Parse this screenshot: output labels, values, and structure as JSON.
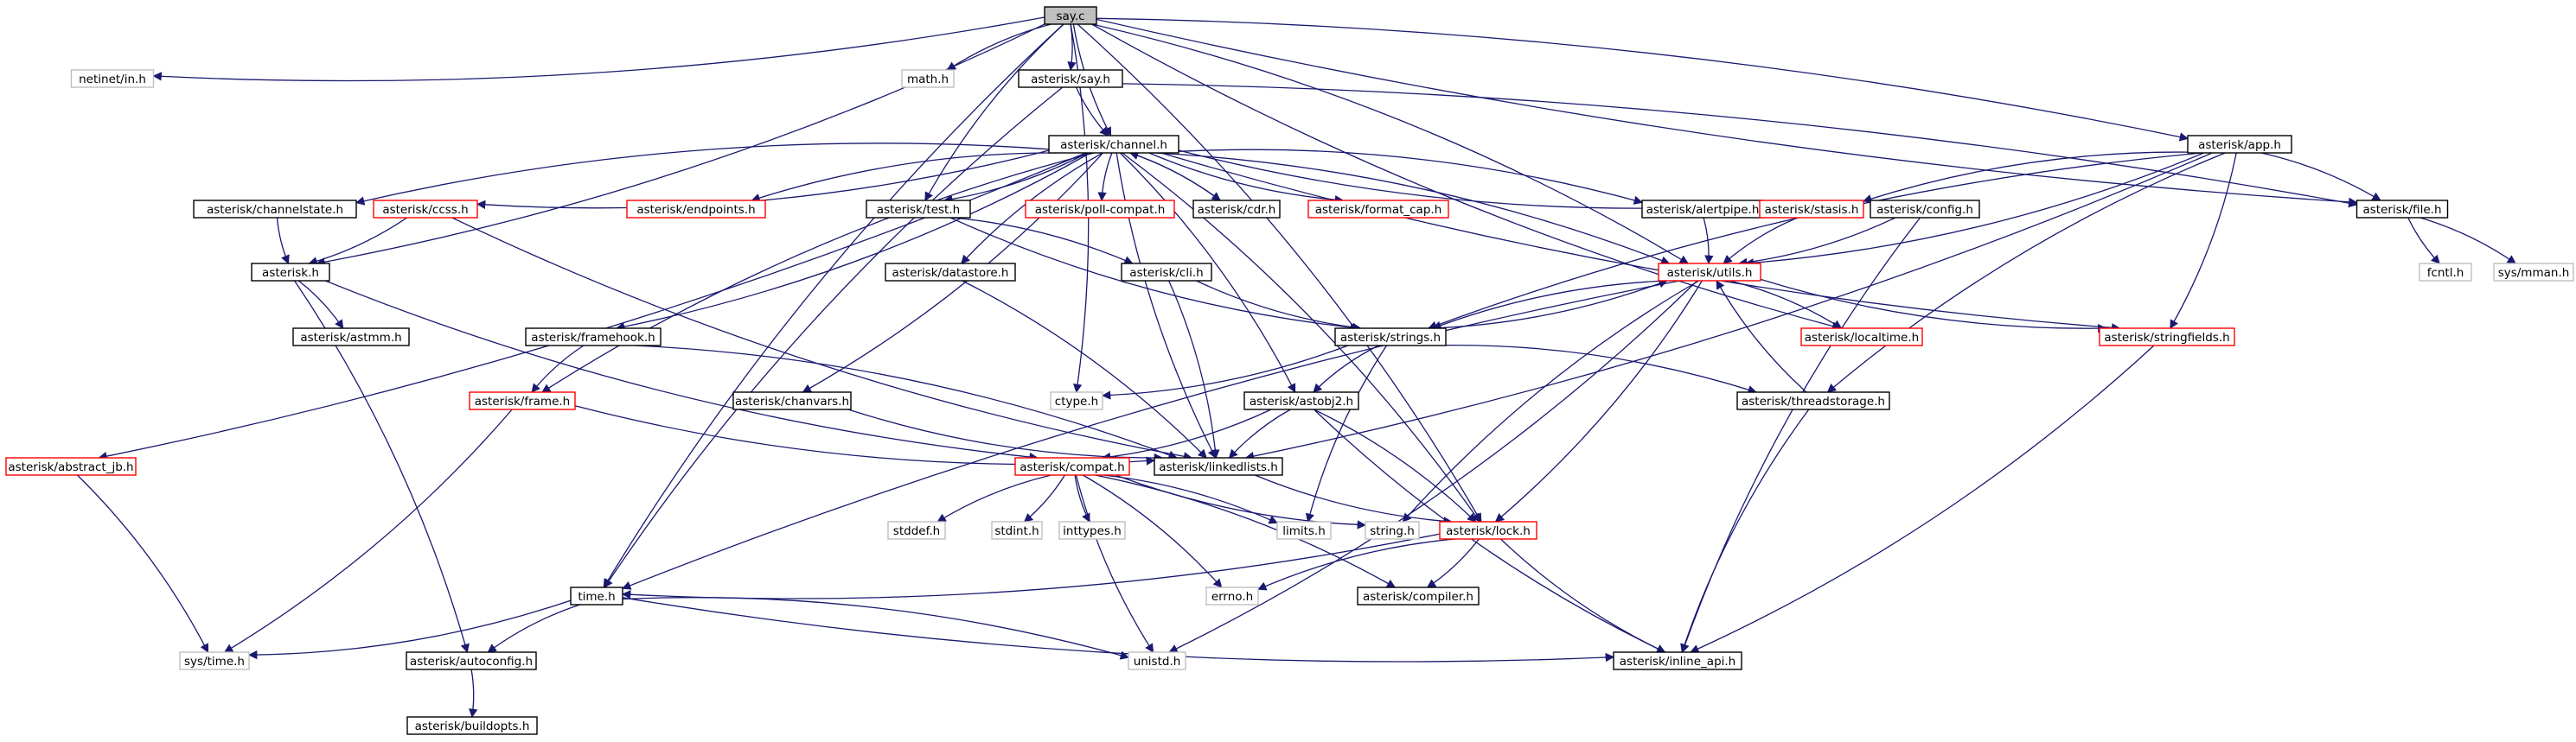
{
  "graph": {
    "colors": {
      "edge": "#191970",
      "root_fill": "#bfbfbf",
      "root_border": "#000000",
      "documented_border": "#000000",
      "undocumented_border": "#ff0000",
      "system_border": "#bfbfbf",
      "node_fill": "#ffffff"
    },
    "nodes": [
      {
        "id": "say_c",
        "label": "say.c",
        "kind": "root"
      },
      {
        "id": "netinet_in",
        "label": "netinet/in.h",
        "kind": "system"
      },
      {
        "id": "math",
        "label": "math.h",
        "kind": "system"
      },
      {
        "id": "ast_say",
        "label": "asterisk/say.h",
        "kind": "documented"
      },
      {
        "id": "ast_channel",
        "label": "asterisk/channel.h",
        "kind": "documented"
      },
      {
        "id": "ast_app",
        "label": "asterisk/app.h",
        "kind": "documented"
      },
      {
        "id": "ast_file",
        "label": "asterisk/file.h",
        "kind": "documented"
      },
      {
        "id": "fcntl",
        "label": "fcntl.h",
        "kind": "system"
      },
      {
        "id": "sys_mman",
        "label": "sys/mman.h",
        "kind": "system"
      },
      {
        "id": "ast_channelstate",
        "label": "asterisk/channelstate.h",
        "kind": "documented"
      },
      {
        "id": "ast_ccss",
        "label": "asterisk/ccss.h",
        "kind": "undocumented"
      },
      {
        "id": "ast_endpoints",
        "label": "asterisk/endpoints.h",
        "kind": "undocumented"
      },
      {
        "id": "ast_test",
        "label": "asterisk/test.h",
        "kind": "documented"
      },
      {
        "id": "ast_poll_compat",
        "label": "asterisk/poll-compat.h",
        "kind": "undocumented"
      },
      {
        "id": "ast_cdr",
        "label": "asterisk/cdr.h",
        "kind": "documented"
      },
      {
        "id": "ast_format_cap",
        "label": "asterisk/format_cap.h",
        "kind": "undocumented"
      },
      {
        "id": "ast_alertpipe",
        "label": "asterisk/alertpipe.h",
        "kind": "documented"
      },
      {
        "id": "ast_stasis",
        "label": "asterisk/stasis.h",
        "kind": "undocumented"
      },
      {
        "id": "ast_config",
        "label": "asterisk/config.h",
        "kind": "documented"
      },
      {
        "id": "asterisk_h",
        "label": "asterisk.h",
        "kind": "documented"
      },
      {
        "id": "ast_utils",
        "label": "asterisk/utils.h",
        "kind": "undocumented"
      },
      {
        "id": "ast_datastore",
        "label": "asterisk/datastore.h",
        "kind": "documented"
      },
      {
        "id": "ast_cli",
        "label": "asterisk/cli.h",
        "kind": "documented"
      },
      {
        "id": "ast_astmm",
        "label": "asterisk/astmm.h",
        "kind": "documented"
      },
      {
        "id": "ast_framehook",
        "label": "asterisk/framehook.h",
        "kind": "documented"
      },
      {
        "id": "ast_strings",
        "label": "asterisk/strings.h",
        "kind": "documented"
      },
      {
        "id": "ast_localtime",
        "label": "asterisk/localtime.h",
        "kind": "undocumented"
      },
      {
        "id": "ast_stringfields",
        "label": "asterisk/stringfields.h",
        "kind": "undocumented"
      },
      {
        "id": "ast_frame",
        "label": "asterisk/frame.h",
        "kind": "undocumented"
      },
      {
        "id": "ctype",
        "label": "ctype.h",
        "kind": "system"
      },
      {
        "id": "ast_chanvars",
        "label": "asterisk/chanvars.h",
        "kind": "documented"
      },
      {
        "id": "ast_astobj2",
        "label": "asterisk/astobj2.h",
        "kind": "documented"
      },
      {
        "id": "ast_threadstorage",
        "label": "asterisk/threadstorage.h",
        "kind": "documented"
      },
      {
        "id": "ast_abstract_jb",
        "label": "asterisk/abstract_jb.h",
        "kind": "undocumented"
      },
      {
        "id": "ast_compat",
        "label": "asterisk/compat.h",
        "kind": "undocumented"
      },
      {
        "id": "ast_linkedlists",
        "label": "asterisk/linkedlists.h",
        "kind": "documented"
      },
      {
        "id": "stddef",
        "label": "stddef.h",
        "kind": "system"
      },
      {
        "id": "stdint",
        "label": "stdint.h",
        "kind": "system"
      },
      {
        "id": "inttypes",
        "label": "inttypes.h",
        "kind": "system"
      },
      {
        "id": "limits",
        "label": "limits.h",
        "kind": "system"
      },
      {
        "id": "string_h",
        "label": "string.h",
        "kind": "system"
      },
      {
        "id": "ast_lock",
        "label": "asterisk/lock.h",
        "kind": "undocumented"
      },
      {
        "id": "time_h",
        "label": "time.h",
        "kind": "documented"
      },
      {
        "id": "errno",
        "label": "errno.h",
        "kind": "system"
      },
      {
        "id": "ast_compiler",
        "label": "asterisk/compiler.h",
        "kind": "documented"
      },
      {
        "id": "sys_time",
        "label": "sys/time.h",
        "kind": "system"
      },
      {
        "id": "ast_autoconfig",
        "label": "asterisk/autoconfig.h",
        "kind": "documented"
      },
      {
        "id": "unistd",
        "label": "unistd.h",
        "kind": "system"
      },
      {
        "id": "ast_inline_api",
        "label": "asterisk/inline_api.h",
        "kind": "documented"
      },
      {
        "id": "ast_buildopts",
        "label": "asterisk/buildopts.h",
        "kind": "documented"
      }
    ],
    "edges": [
      [
        "say_c",
        "netinet_in"
      ],
      [
        "say_c",
        "math"
      ],
      [
        "say_c",
        "ast_say"
      ],
      [
        "say_c",
        "ast_channel"
      ],
      [
        "say_c",
        "ast_app"
      ],
      [
        "say_c",
        "ast_file"
      ],
      [
        "say_c",
        "asterisk_h"
      ],
      [
        "say_c",
        "ast_test"
      ],
      [
        "say_c",
        "ast_utils"
      ],
      [
        "say_c",
        "ast_localtime"
      ],
      [
        "say_c",
        "ctype"
      ],
      [
        "say_c",
        "time_h"
      ],
      [
        "say_c",
        "ast_lock"
      ],
      [
        "ast_say",
        "ast_channel"
      ],
      [
        "ast_say",
        "ast_file"
      ],
      [
        "ast_say",
        "time_h"
      ],
      [
        "ast_channel",
        "ast_abstract_jb"
      ],
      [
        "ast_channel",
        "ast_channelstate"
      ],
      [
        "ast_channel",
        "ast_ccss"
      ],
      [
        "ast_channel",
        "ast_endpoints"
      ],
      [
        "ast_channel",
        "ast_test"
      ],
      [
        "ast_channel",
        "ast_poll_compat"
      ],
      [
        "ast_channel",
        "ast_cdr"
      ],
      [
        "ast_channel",
        "ast_format_cap"
      ],
      [
        "ast_channel",
        "ast_alertpipe"
      ],
      [
        "ast_channel",
        "ast_stasis"
      ],
      [
        "ast_channel",
        "ast_utils"
      ],
      [
        "ast_channel",
        "ast_stringfields"
      ],
      [
        "ast_channel",
        "ast_framehook"
      ],
      [
        "ast_channel",
        "ast_frame"
      ],
      [
        "ast_channel",
        "ast_chanvars"
      ],
      [
        "ast_channel",
        "ast_datastore"
      ],
      [
        "ast_channel",
        "ast_astobj2"
      ],
      [
        "ast_channel",
        "ast_linkedlists"
      ],
      [
        "ast_channel",
        "ast_lock"
      ],
      [
        "ast_cdr",
        "ast_channel"
      ],
      [
        "ast_app",
        "ast_file"
      ],
      [
        "ast_app",
        "ast_stasis"
      ],
      [
        "ast_app",
        "ast_utils"
      ],
      [
        "ast_app",
        "ast_strings"
      ],
      [
        "ast_app",
        "ast_stringfields"
      ],
      [
        "ast_app",
        "ast_threadstorage"
      ],
      [
        "ast_app",
        "ast_linkedlists"
      ],
      [
        "ast_file",
        "fcntl"
      ],
      [
        "ast_file",
        "sys_mman"
      ],
      [
        "ast_channelstate",
        "asterisk_h"
      ],
      [
        "ast_ccss",
        "asterisk_h"
      ],
      [
        "ast_ccss",
        "ast_linkedlists"
      ],
      [
        "ast_test",
        "ast_cli"
      ],
      [
        "ast_test",
        "ast_strings"
      ],
      [
        "ast_alertpipe",
        "ast_utils"
      ],
      [
        "ast_stasis",
        "ast_utils"
      ],
      [
        "ast_config",
        "ast_utils"
      ],
      [
        "ast_config",
        "ast_inline_api"
      ],
      [
        "asterisk_h",
        "ast_astmm"
      ],
      [
        "asterisk_h",
        "ast_compat"
      ],
      [
        "asterisk_h",
        "ast_autoconfig"
      ],
      [
        "ast_utils",
        "ast_strings"
      ],
      [
        "ast_utils",
        "ast_localtime"
      ],
      [
        "ast_utils",
        "ast_stringfields"
      ],
      [
        "ast_utils",
        "ast_lock"
      ],
      [
        "ast_utils",
        "string_h"
      ],
      [
        "ast_utils",
        "unistd"
      ],
      [
        "ast_utils",
        "time_h"
      ],
      [
        "ast_datastore",
        "ast_linkedlists"
      ],
      [
        "ast_cli",
        "ast_strings"
      ],
      [
        "ast_cli",
        "ast_linkedlists"
      ],
      [
        "ast_framehook",
        "ast_frame"
      ],
      [
        "ast_framehook",
        "ast_linkedlists"
      ],
      [
        "ast_strings",
        "ast_utils"
      ],
      [
        "ast_strings",
        "ctype"
      ],
      [
        "ast_strings",
        "ast_astobj2"
      ],
      [
        "ast_strings",
        "ast_threadstorage"
      ],
      [
        "ast_strings",
        "limits"
      ],
      [
        "ast_stringfields",
        "ast_inline_api"
      ],
      [
        "ast_frame",
        "ast_linkedlists"
      ],
      [
        "ast_frame",
        "sys_time"
      ],
      [
        "ast_chanvars",
        "ast_linkedlists"
      ],
      [
        "ast_astobj2",
        "ast_compat"
      ],
      [
        "ast_astobj2",
        "ast_linkedlists"
      ],
      [
        "ast_astobj2",
        "ast_lock"
      ],
      [
        "ast_astobj2",
        "ast_inline_api"
      ],
      [
        "ast_threadstorage",
        "ast_utils"
      ],
      [
        "ast_threadstorage",
        "ast_inline_api"
      ],
      [
        "ast_abstract_jb",
        "sys_time"
      ],
      [
        "ast_compat",
        "stddef"
      ],
      [
        "ast_compat",
        "stdint"
      ],
      [
        "ast_compat",
        "inttypes"
      ],
      [
        "ast_compat",
        "limits"
      ],
      [
        "ast_compat",
        "string_h"
      ],
      [
        "ast_compat",
        "errno"
      ],
      [
        "ast_compat",
        "unistd"
      ],
      [
        "ast_compat",
        "ast_compiler"
      ],
      [
        "ast_linkedlists",
        "ast_lock"
      ],
      [
        "ast_lock",
        "time_h"
      ],
      [
        "ast_lock",
        "errno"
      ],
      [
        "ast_lock",
        "ast_compiler"
      ],
      [
        "ast_lock",
        "ast_inline_api"
      ],
      [
        "time_h",
        "sys_time"
      ],
      [
        "time_h",
        "ast_autoconfig"
      ],
      [
        "time_h",
        "unistd"
      ],
      [
        "time_h",
        "ast_inline_api"
      ],
      [
        "ast_autoconfig",
        "ast_buildopts"
      ]
    ]
  }
}
